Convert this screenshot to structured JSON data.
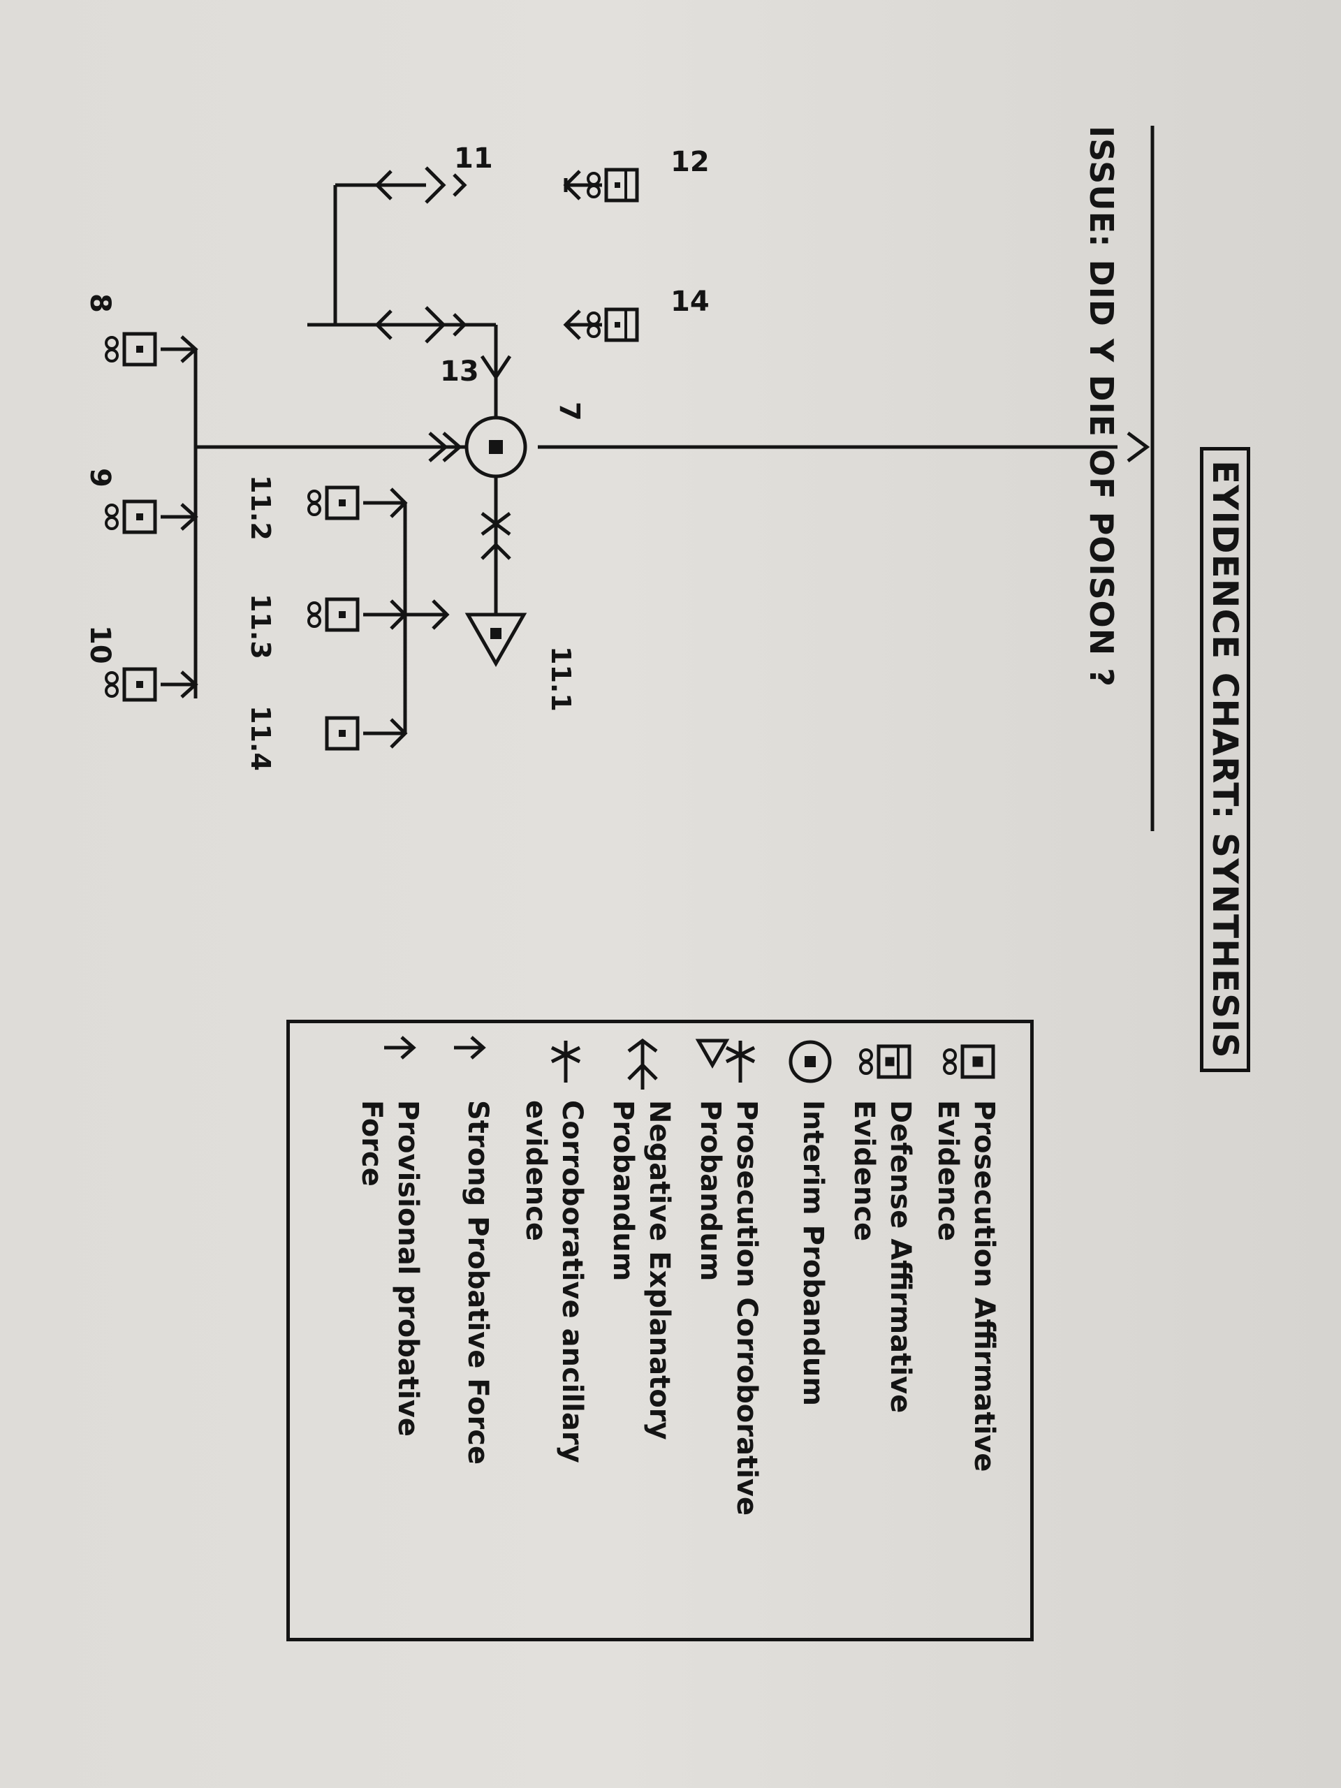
{
  "title": "EYIDENCE CHART: SYNTHESIS",
  "issue": "ISSUE: DID Y  DIE OF POISON ?",
  "nodes": {
    "n7": "7",
    "n8": "8",
    "n9": "9",
    "n10": "10",
    "n11": "11",
    "n11_1": "11.1",
    "n11_2": "11.2",
    "n11_3": "11.3",
    "n11_4": "11.4",
    "n12": "12",
    "n13": "13",
    "n14": "14"
  },
  "legend": {
    "prosecution_affirmative": [
      "Prosecution Affirmative",
      "Evidence"
    ],
    "defense_affirmative": [
      "Defense Affirmative",
      "Evidence"
    ],
    "interim_probandum": [
      "Interim Probandum"
    ],
    "prosecution_corroborative": [
      "Prosecution Corroborative",
      "Probandum"
    ],
    "negative_explanatory": [
      "Negative Explanatory",
      "Probandum"
    ],
    "corroborative_ancillary": [
      "Corroborative ancillary",
      "evidence"
    ],
    "strong_force": [
      "Strong Probative Force"
    ],
    "provisional_force": [
      "Provisional probative",
      "Force"
    ]
  },
  "icons": {
    "prosecution": "square-dot-infinity-icon",
    "defense": "split-square-infinity-icon",
    "interim": "circled-dot-icon",
    "corroborative": "triangle-cross-icon",
    "negative": "fork-arrow-icon",
    "strong": "double-arrow-icon",
    "provisional": "single-arrow-icon"
  }
}
